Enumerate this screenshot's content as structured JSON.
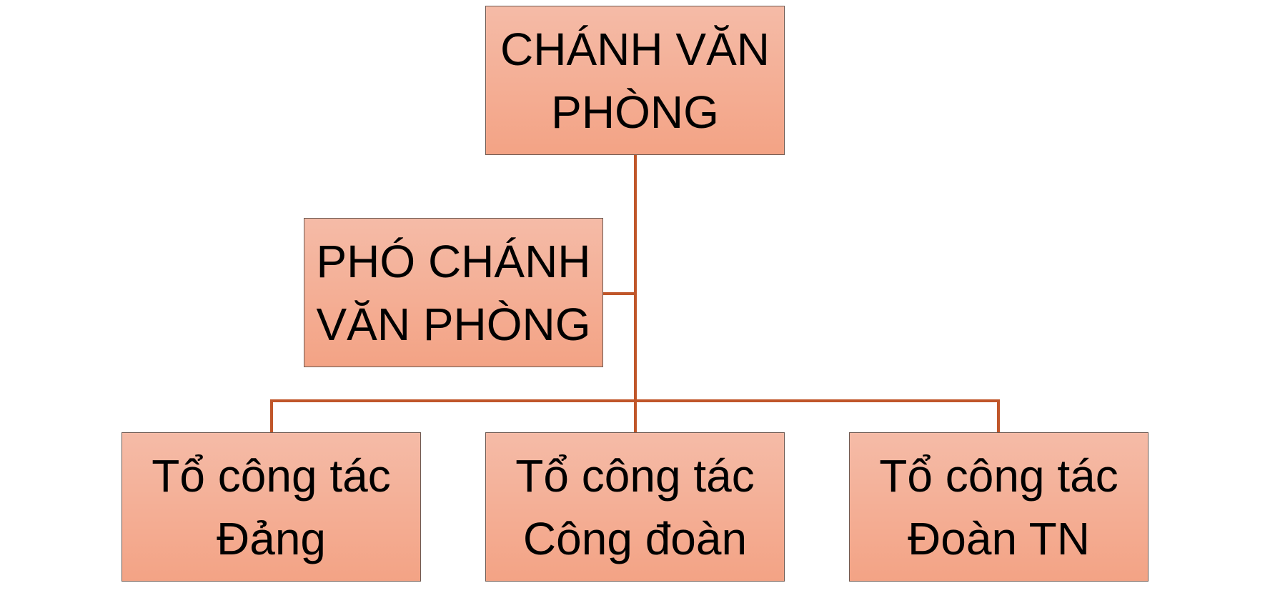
{
  "diagram": {
    "root": {
      "label": "CHÁNH VĂN PHÒNG"
    },
    "deputy": {
      "label": "PHÓ CHÁNH VĂN PHÒNG"
    },
    "children": [
      {
        "label": "Tổ công tác Đảng"
      },
      {
        "label": "Tổ công tác Công đoàn"
      },
      {
        "label": "Tổ công tác Đoàn TN"
      }
    ],
    "colors": {
      "connector": "#c0562a",
      "box_top": "#f5bba7",
      "box_bottom": "#f3a385"
    }
  }
}
